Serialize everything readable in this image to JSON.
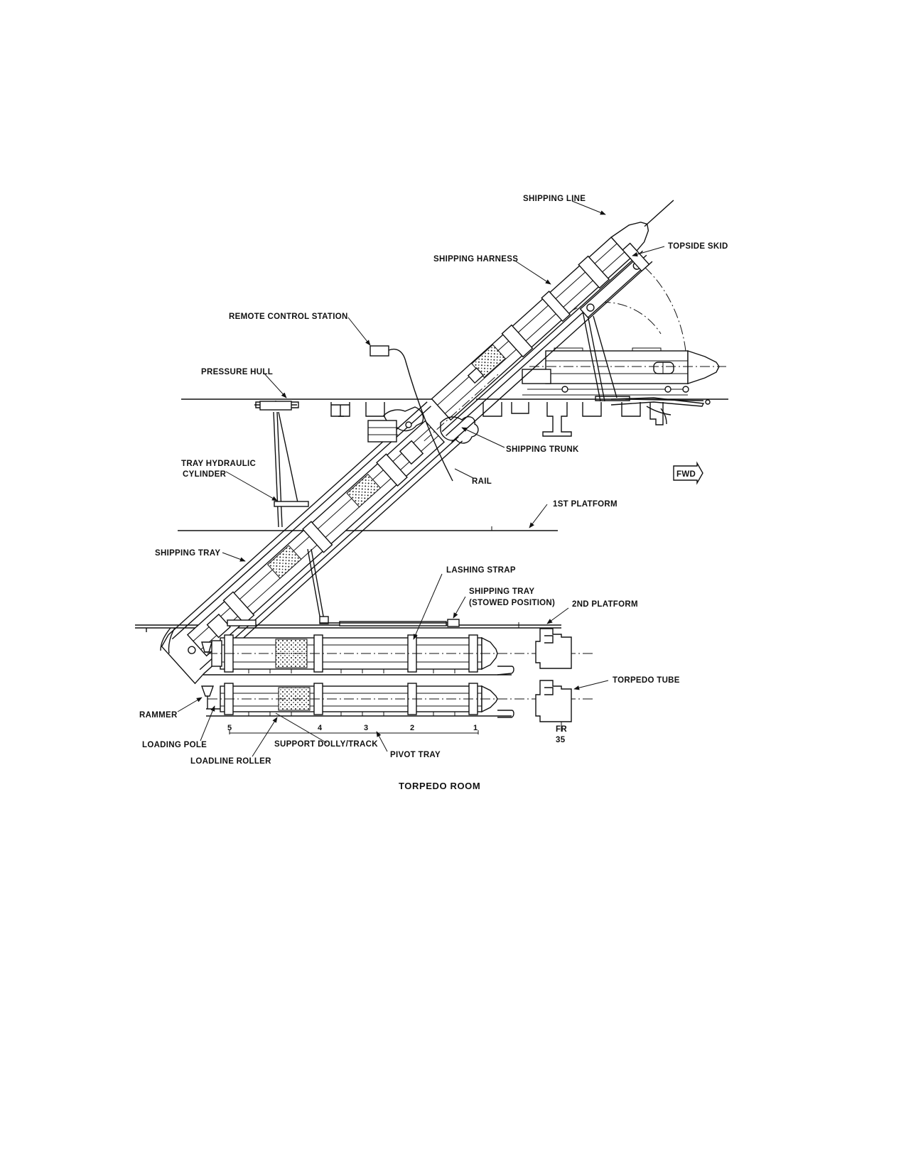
{
  "labels": {
    "shipping_line": "SHIPPING LINE",
    "topside_skid": "TOPSIDE SKID",
    "shipping_harness": "SHIPPING HARNESS",
    "remote_control_station": "REMOTE CONTROL STATION",
    "pressure_hull": "PRESSURE HULL",
    "shipping_trunk": "SHIPPING TRUNK",
    "tray_hydraulic_line1": "TRAY HYDRAULIC",
    "tray_hydraulic_line2": "CYLINDER",
    "rail": "RAIL",
    "fwd": "FWD",
    "first_platform": "1ST PLATFORM",
    "shipping_tray": "SHIPPING TRAY",
    "lashing_strap": "LASHING STRAP",
    "shipping_tray_stowed_line1": "SHIPPING TRAY",
    "shipping_tray_stowed_line2": "(STOWED POSITION)",
    "second_platform": "2ND PLATFORM",
    "torpedo_tube": "TORPEDO TUBE",
    "rammer": "RAMMER",
    "loading_pole": "LOADING POLE",
    "loadline_roller": "LOADLINE ROLLER",
    "support_dolly_track": "SUPPORT DOLLY/TRACK",
    "pivot_tray": "PIVOT TRAY",
    "frame_line1": "FR",
    "frame_line2": "35",
    "caption": "TORPEDO ROOM"
  },
  "track_positions": [
    "5",
    "4",
    "3",
    "2",
    "1"
  ]
}
